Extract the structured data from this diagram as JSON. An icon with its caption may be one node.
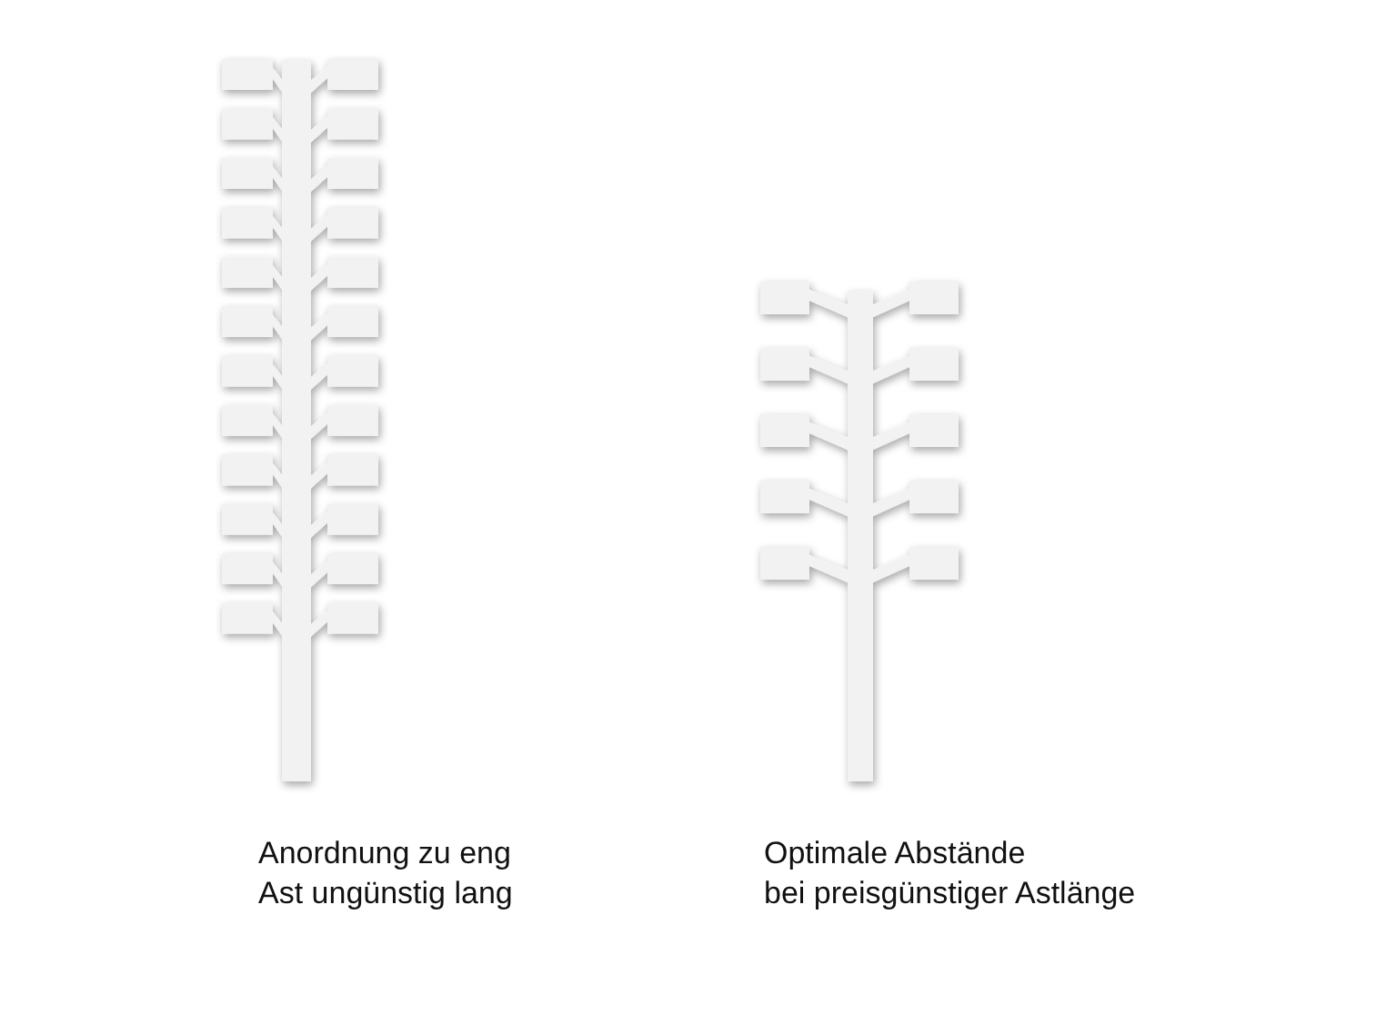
{
  "diagram": {
    "labels": [
      "Anordnung zu eng",
      "Ast ungünstig lang",
      "Optimale Abstände",
      "bei preisgünstiger Astlänge"
    ]
  }
}
